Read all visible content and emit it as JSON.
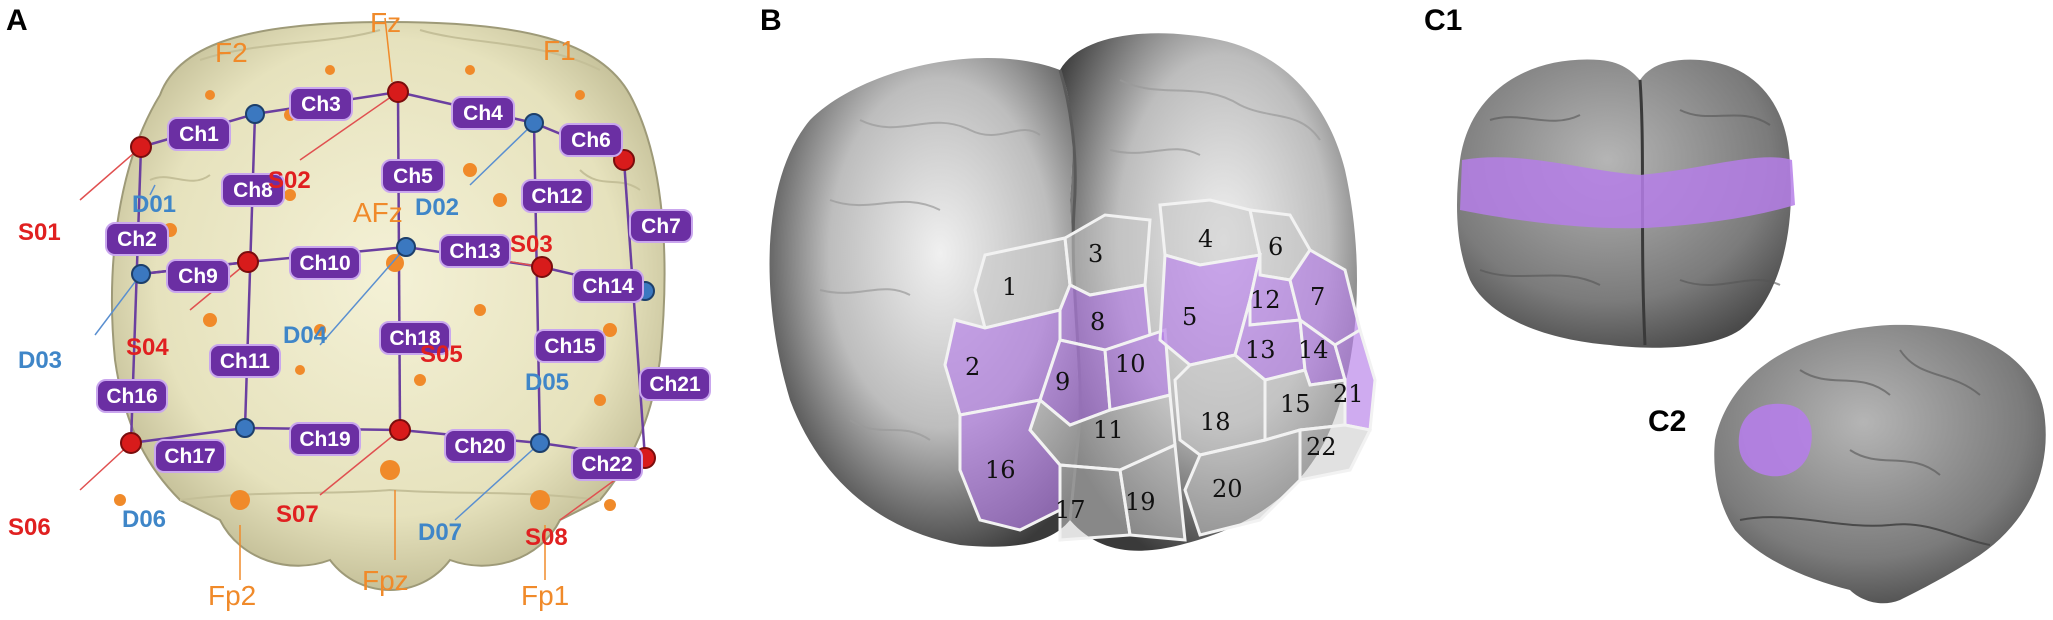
{
  "panels": {
    "a": "A",
    "b": "B",
    "c1": "C1",
    "c2": "C2"
  },
  "panel_a": {
    "channels": [
      "Ch1",
      "Ch2",
      "Ch3",
      "Ch4",
      "Ch5",
      "Ch6",
      "Ch7",
      "Ch8",
      "Ch9",
      "Ch10",
      "Ch11",
      "Ch12",
      "Ch13",
      "Ch14",
      "Ch15",
      "Ch16",
      "Ch17",
      "Ch18",
      "Ch19",
      "Ch20",
      "Ch21",
      "Ch22"
    ],
    "sources": [
      "S01",
      "S02",
      "S03",
      "S04",
      "S05",
      "S06",
      "S07",
      "S08"
    ],
    "detectors": [
      "D01",
      "D02",
      "D03",
      "D04",
      "D05",
      "D06",
      "D07"
    ],
    "eeg_positions": [
      "Fz",
      "F2",
      "F1",
      "AFz",
      "Fp2",
      "Fpz",
      "Fp1"
    ],
    "colors": {
      "channel": "#6b2fa3",
      "source": "#d81b1b",
      "detector": "#2f6fb0",
      "eeg": "#f08a2a"
    }
  },
  "panel_b": {
    "regions": [
      "1",
      "2",
      "3",
      "4",
      "5",
      "6",
      "7",
      "8",
      "9",
      "10",
      "11",
      "12",
      "13",
      "14",
      "15",
      "16",
      "17",
      "18",
      "19",
      "20",
      "21",
      "22"
    ],
    "highlighted": [
      "2",
      "5",
      "7",
      "8",
      "9",
      "10",
      "12",
      "13",
      "14",
      "16",
      "21"
    ],
    "highlight_color": "#b57ee8"
  }
}
